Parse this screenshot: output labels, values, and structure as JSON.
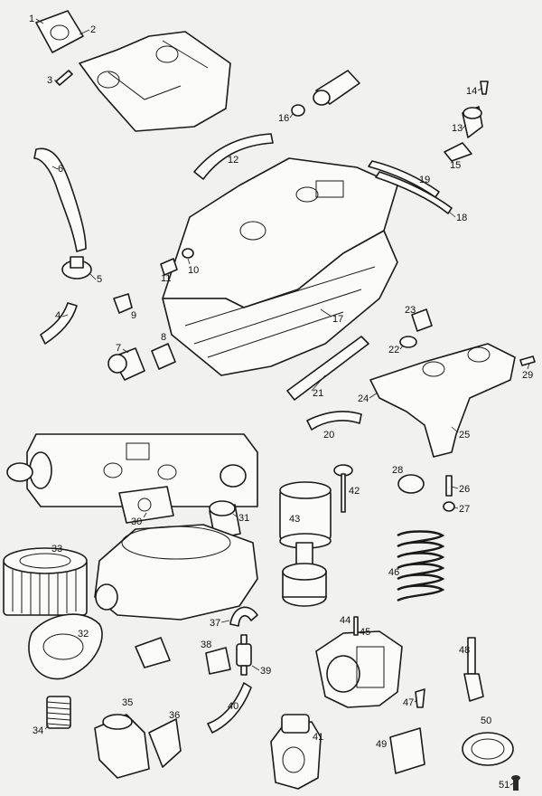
{
  "callouts": [
    "1",
    "2",
    "3",
    "4",
    "5",
    "6",
    "7",
    "8",
    "9",
    "10",
    "11",
    "12",
    "13",
    "14",
    "15",
    "16",
    "17",
    "18",
    "19",
    "20",
    "21",
    "22",
    "23",
    "24",
    "25",
    "26",
    "27",
    "28",
    "29",
    "30",
    "31",
    "32",
    "33",
    "34",
    "35",
    "36",
    "37",
    "38",
    "39",
    "40",
    "41",
    "42",
    "43",
    "44",
    "45",
    "46",
    "47",
    "48",
    "49",
    "50",
    "51"
  ],
  "colors": {
    "paper": "#f1f1ef",
    "ink": "#1a1a1a",
    "part_fill": "#fbfbf9"
  }
}
